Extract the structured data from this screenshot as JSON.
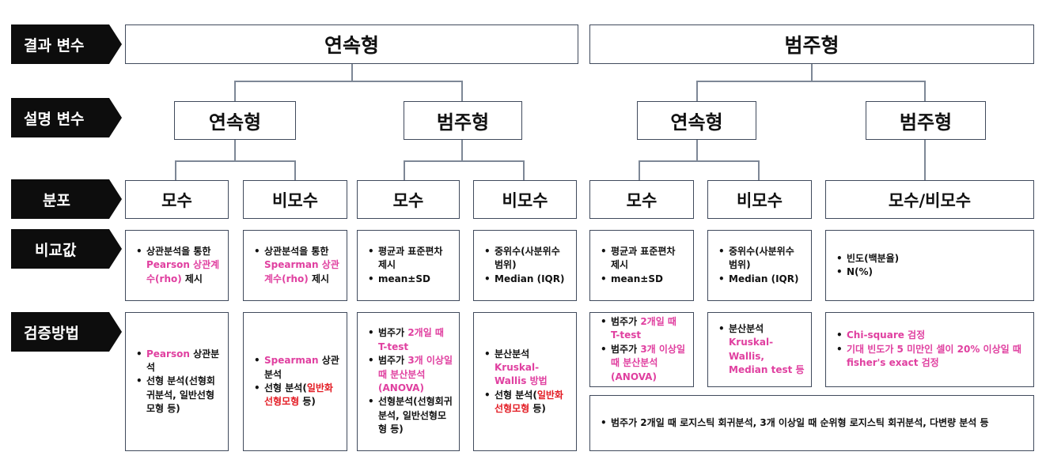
{
  "rows": {
    "outcome": "결과 변수",
    "explanatory": "설명 변수",
    "distribution": "분포",
    "comparison": "비교값",
    "test": "검증방법"
  },
  "outcome": {
    "continuous": "연속형",
    "categorical": "범주형"
  },
  "explanatory": {
    "cont_under_cont": "연속형",
    "cat_under_cont": "범주형",
    "cont_under_cat": "연속형",
    "cat_under_cat": "범주형"
  },
  "distribution": {
    "d1": "모수",
    "d2": "비모수",
    "d3": "모수",
    "d4": "비모수",
    "d5": "모수",
    "d6": "비모수",
    "d7": "모수/비모수"
  },
  "comparison": {
    "c1": {
      "pre": "상관분석을 통한 ",
      "hl": "Pearson 상관계수(rho)",
      "post": " 제시"
    },
    "c2": {
      "pre": "상관분석을 통한 ",
      "hl": "Spearman 상관계수(rho)",
      "post": " 제시"
    },
    "c3": {
      "items": [
        "평균과 표준편차 제시",
        "mean±SD"
      ]
    },
    "c4": {
      "items": [
        "중위수(사분위수 범위)",
        "Median (IQR)"
      ]
    },
    "c5": {
      "items": [
        "평균과 표준편차 제시",
        "mean±SD"
      ]
    },
    "c6": {
      "items": [
        "중위수(사분위수 범위)",
        "Median (IQR)"
      ]
    },
    "c7": {
      "items": [
        "빈도(백분율)",
        "N(%)"
      ]
    }
  },
  "tests": {
    "t1": {
      "a_hl": "Pearson",
      "a_post": " 상관분석",
      "b": "선형 분석(선형회귀분석, 일반선형모형 등)"
    },
    "t2": {
      "a_hl": "Spearman",
      "a_post": " 상관 분석",
      "b_pre": "선형 분석(",
      "b_hl": "일반화선형모형",
      "b_post": " 등)"
    },
    "t3": {
      "a_pre": "범주가 ",
      "a_hl": "2개일 때 T-test",
      "b_pre": "범주가 ",
      "b_hl": "3개 이상일 때 분산분석(ANOVA)",
      "c": "선형분석(선형회귀분석, 일반선형모형 등)"
    },
    "t4": {
      "a_pre": "분산분석 ",
      "a_hl": "Kruskal-Wallis 방법",
      "b_pre": "선형 분석(",
      "b_hl": "일반화선형모형",
      "b_post": " 등)"
    },
    "t5": {
      "a_pre": "범주가 ",
      "a_hl": "2개일 때 T-test",
      "b_pre": "범주가 ",
      "b_hl": "3개 이상일 때 분산분석(ANOVA)"
    },
    "t6": {
      "a_pre": "분산분석 ",
      "a_hl": "Kruskal-Wallis, Median test",
      "a_post": " 등"
    },
    "t7": {
      "a": "Chi-square 검정",
      "b": "기대 빈도가 5 미만인 셀이 20% 이상일 때 fisher's exact 검정"
    },
    "t8": {
      "a": "범주가 2개일 때 로지스틱 회귀분석, 3개 이상일 때 순위형 로지스틱 회귀분석, 다변량 분석 등"
    }
  }
}
